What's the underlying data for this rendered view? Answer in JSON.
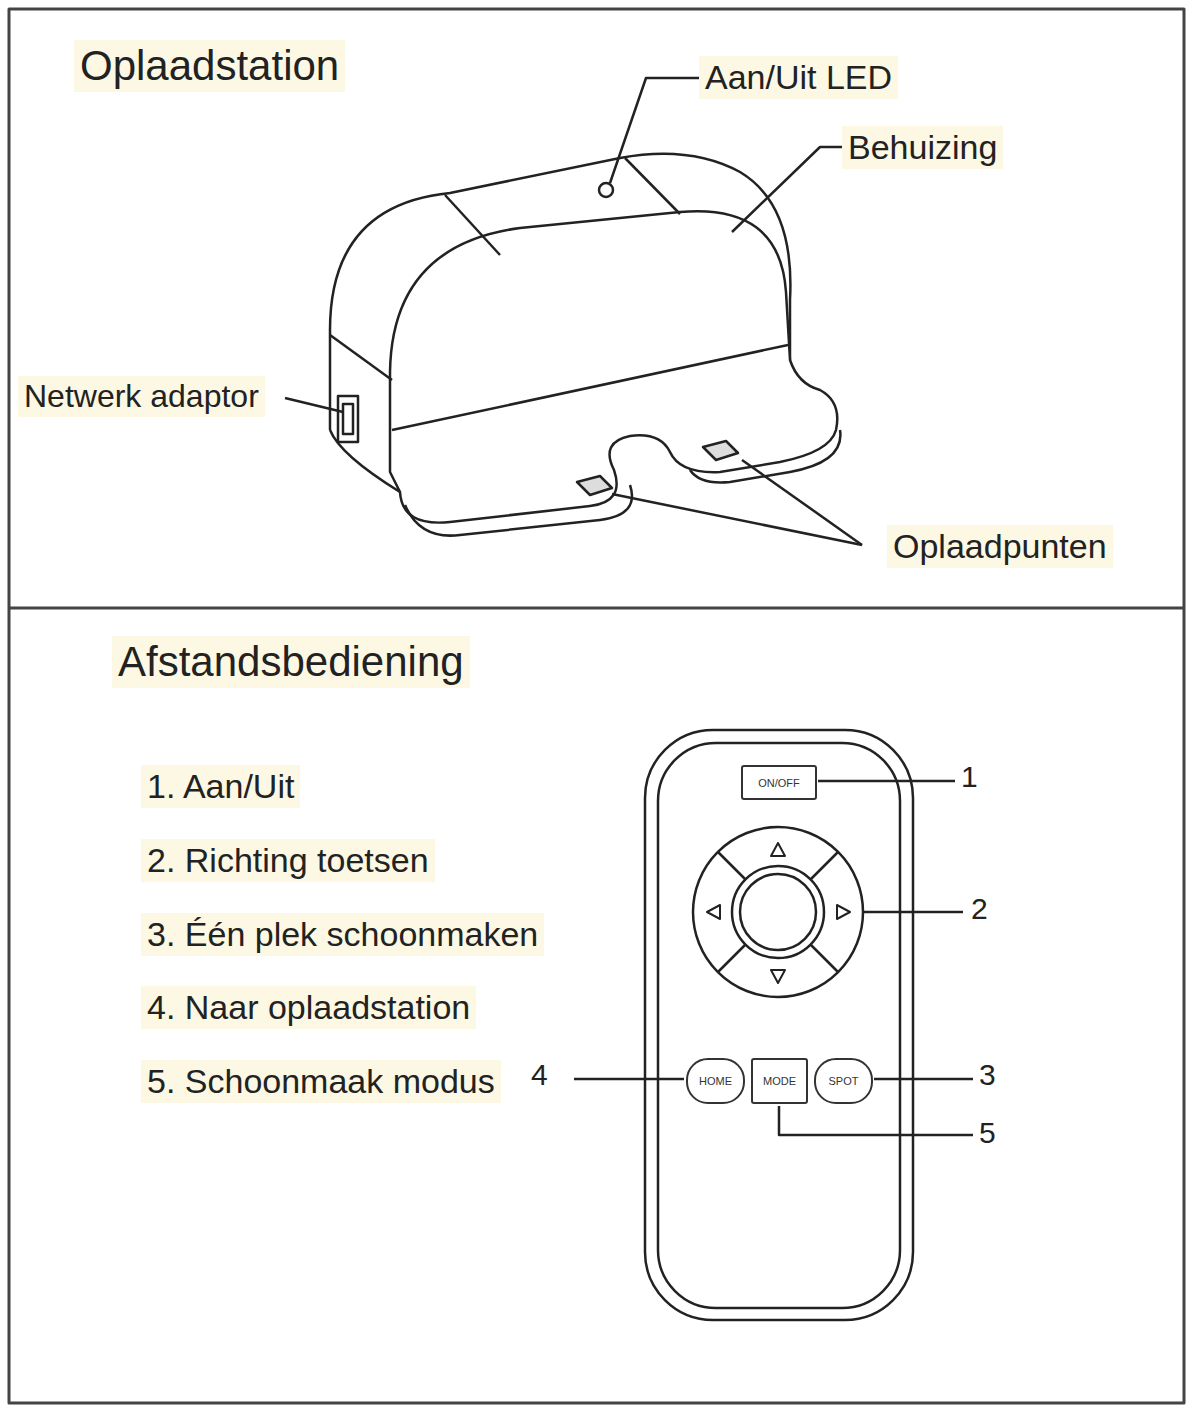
{
  "diagram": {
    "nodes": [
      {
        "text": [
          "ON/OFF"
        ]
      },
      {
        "text": [
          "HOME"
        ]
      },
      {
        "text": [
          "MODE"
        ]
      },
      {
        "text": [
          "SPOT"
        ]
      }
    ],
    "labels": [
      "Oplaadstation",
      "Aan/Uit LED",
      "Behuizing",
      "Netwerk adaptor",
      "Oplaadpunten",
      "Afstandsbediening",
      "1. Aan/Uit",
      "2. Richting toetsen",
      "3. Één plek schoonmaken",
      "4. Naar oplaadstation",
      "5. Schoonmaak modus",
      "1",
      "2",
      "4",
      "3",
      "5"
    ]
  }
}
